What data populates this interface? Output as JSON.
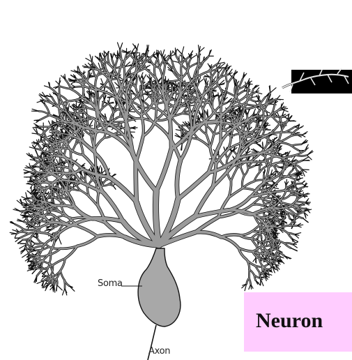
{
  "labels": {
    "soma": "Soma",
    "axon": "Axon"
  },
  "title": "Neuron",
  "colors": {
    "background": "#ffffff",
    "dendrite_fill": "#9a9a9a",
    "dendrite_outline": "#111111",
    "soma_fill": "#a8a8a8",
    "highlight_bar": "#000000",
    "highlight_dendrite": "#e8e8e8",
    "title_background": "#ffccff"
  }
}
